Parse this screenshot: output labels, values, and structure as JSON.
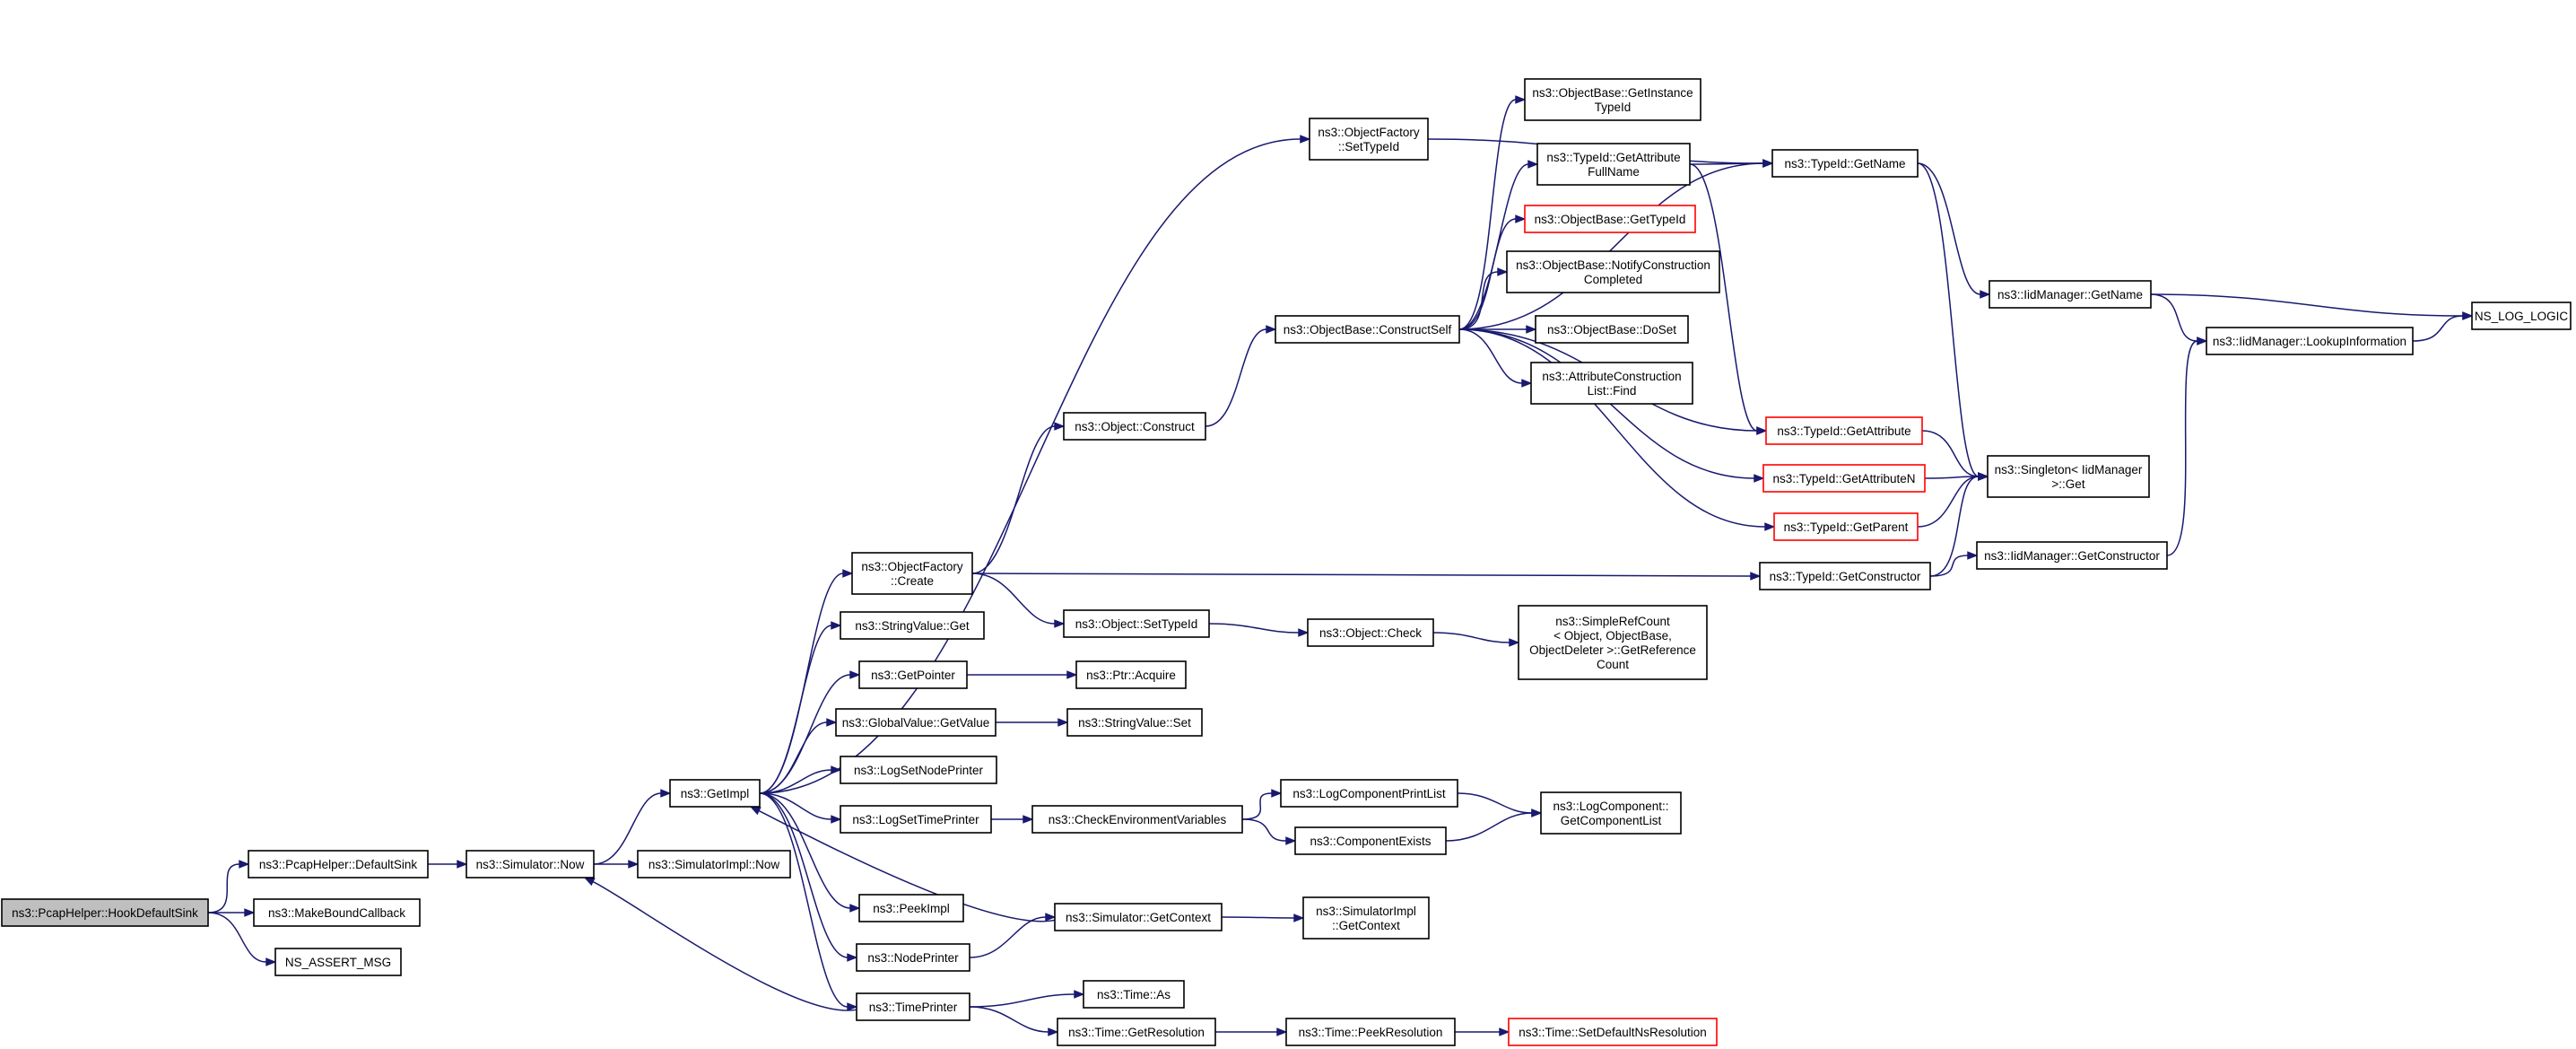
{
  "colors": {
    "edge": "#191970",
    "link_border": "#000000",
    "undocumented_border": "#ff0000",
    "root_fill": "#bfbfbf"
  },
  "nodes": [
    {
      "id": "root",
      "lines": [
        "ns3::PcapHelper::HookDefaultSink"
      ],
      "style": "root"
    },
    {
      "id": "defaultsink",
      "lines": [
        "ns3::PcapHelper::DefaultSink"
      ]
    },
    {
      "id": "makebound",
      "lines": [
        "ns3::MakeBoundCallback"
      ]
    },
    {
      "id": "nsassert",
      "lines": [
        "NS_ASSERT_MSG"
      ]
    },
    {
      "id": "simnow",
      "lines": [
        "ns3::Simulator::Now"
      ]
    },
    {
      "id": "simimplnow",
      "lines": [
        "ns3::SimulatorImpl::Now"
      ]
    },
    {
      "id": "getimpl",
      "lines": [
        "ns3::GetImpl"
      ]
    },
    {
      "id": "ofcreate",
      "lines": [
        "ns3::ObjectFactory",
        "::Create"
      ]
    },
    {
      "id": "stringget",
      "lines": [
        "ns3::StringValue::Get"
      ]
    },
    {
      "id": "getpointer",
      "lines": [
        "ns3::GetPointer"
      ]
    },
    {
      "id": "gvgetvalue",
      "lines": [
        "ns3::GlobalValue::GetValue"
      ]
    },
    {
      "id": "logsetnode",
      "lines": [
        "ns3::LogSetNodePrinter"
      ]
    },
    {
      "id": "logsettime",
      "lines": [
        "ns3::LogSetTimePrinter"
      ]
    },
    {
      "id": "peekimpl",
      "lines": [
        "ns3::PeekImpl"
      ]
    },
    {
      "id": "nodeprinter",
      "lines": [
        "ns3::NodePrinter"
      ]
    },
    {
      "id": "timeprinter",
      "lines": [
        "ns3::TimePrinter"
      ]
    },
    {
      "id": "ofsettypeid",
      "lines": [
        "ns3::ObjectFactory",
        "::SetTypeId"
      ]
    },
    {
      "id": "objconstruct",
      "lines": [
        "ns3::Object::Construct"
      ]
    },
    {
      "id": "objsettypeid",
      "lines": [
        "ns3::Object::SetTypeId"
      ]
    },
    {
      "id": "ptracquire",
      "lines": [
        "ns3::Ptr::Acquire"
      ]
    },
    {
      "id": "stringset",
      "lines": [
        "ns3::StringValue::Set"
      ]
    },
    {
      "id": "checkenv",
      "lines": [
        "ns3::CheckEnvironmentVariables"
      ]
    },
    {
      "id": "simgetcontext",
      "lines": [
        "ns3::Simulator::GetContext"
      ]
    },
    {
      "id": "timeas",
      "lines": [
        "ns3::Time::As"
      ]
    },
    {
      "id": "timegetres",
      "lines": [
        "ns3::Time::GetResolution"
      ]
    },
    {
      "id": "obconstructself",
      "lines": [
        "ns3::ObjectBase::ConstructSelf"
      ]
    },
    {
      "id": "objcheck",
      "lines": [
        "ns3::Object::Check"
      ]
    },
    {
      "id": "logcompprint",
      "lines": [
        "ns3::LogComponentPrintList"
      ]
    },
    {
      "id": "compexists",
      "lines": [
        "ns3::ComponentExists"
      ]
    },
    {
      "id": "simimplgetctx",
      "lines": [
        "ns3::SimulatorImpl",
        "::GetContext"
      ]
    },
    {
      "id": "timepeekres",
      "lines": [
        "ns3::Time::PeekResolution"
      ]
    },
    {
      "id": "obgetinst",
      "lines": [
        "ns3::ObjectBase::GetInstance",
        "TypeId"
      ]
    },
    {
      "id": "tidgetattrfull",
      "lines": [
        "ns3::TypeId::GetAttribute",
        "FullName"
      ]
    },
    {
      "id": "obgettypeid",
      "lines": [
        "ns3::ObjectBase::GetTypeId"
      ],
      "style": "red"
    },
    {
      "id": "obnotify",
      "lines": [
        "ns3::ObjectBase::NotifyConstruction",
        "Completed"
      ]
    },
    {
      "id": "obdoset",
      "lines": [
        "ns3::ObjectBase::DoSet"
      ]
    },
    {
      "id": "attrfind",
      "lines": [
        "ns3::AttributeConstruction",
        "List::Find"
      ]
    },
    {
      "id": "simplerefcount",
      "lines": [
        "ns3::SimpleRefCount",
        "< Object, ObjectBase,",
        "ObjectDeleter >::GetReference",
        "Count"
      ]
    },
    {
      "id": "logcompget",
      "lines": [
        "ns3::LogComponent::",
        "GetComponentList"
      ]
    },
    {
      "id": "timesetdefault",
      "lines": [
        "ns3::Time::SetDefaultNsResolution"
      ],
      "style": "red"
    },
    {
      "id": "tidgetname",
      "lines": [
        "ns3::TypeId::GetName"
      ]
    },
    {
      "id": "tidgetattr",
      "lines": [
        "ns3::TypeId::GetAttribute"
      ],
      "style": "red"
    },
    {
      "id": "tidgetattrn",
      "lines": [
        "ns3::TypeId::GetAttributeN"
      ],
      "style": "red"
    },
    {
      "id": "tidgetparent",
      "lines": [
        "ns3::TypeId::GetParent"
      ],
      "style": "red"
    },
    {
      "id": "tidgetctor",
      "lines": [
        "ns3::TypeId::GetConstructor"
      ]
    },
    {
      "id": "iidgetname",
      "lines": [
        "ns3::IidManager::GetName"
      ]
    },
    {
      "id": "singletonget",
      "lines": [
        "ns3::Singleton< IidManager",
        " >::Get"
      ]
    },
    {
      "id": "iidgetctor",
      "lines": [
        "ns3::IidManager::GetConstructor"
      ]
    },
    {
      "id": "iidlookup",
      "lines": [
        "ns3::IidManager::LookupInformation"
      ]
    },
    {
      "id": "nslog",
      "lines": [
        "NS_LOG_LOGIC"
      ]
    }
  ],
  "edges": [
    [
      "root",
      "defaultsink"
    ],
    [
      "root",
      "makebound"
    ],
    [
      "root",
      "nsassert"
    ],
    [
      "defaultsink",
      "simnow"
    ],
    [
      "simnow",
      "simimplnow"
    ],
    [
      "simnow",
      "getimpl"
    ],
    [
      "getimpl",
      "ofcreate"
    ],
    [
      "getimpl",
      "stringget"
    ],
    [
      "getimpl",
      "getpointer"
    ],
    [
      "getimpl",
      "gvgetvalue"
    ],
    [
      "getimpl",
      "logsetnode"
    ],
    [
      "getimpl",
      "logsettime"
    ],
    [
      "getimpl",
      "peekimpl"
    ],
    [
      "getimpl",
      "nodeprinter"
    ],
    [
      "getimpl",
      "timeprinter"
    ],
    [
      "getimpl",
      "ofsettypeid"
    ],
    [
      "ofcreate",
      "objconstruct"
    ],
    [
      "ofcreate",
      "objsettypeid"
    ],
    [
      "ofcreate",
      "tidgetctor"
    ],
    [
      "getpointer",
      "ptracquire"
    ],
    [
      "gvgetvalue",
      "stringset"
    ],
    [
      "logsettime",
      "checkenv"
    ],
    [
      "nodeprinter",
      "simgetcontext"
    ],
    [
      "simgetcontext",
      "getimpl"
    ],
    [
      "simgetcontext",
      "simimplgetctx"
    ],
    [
      "timeprinter",
      "simnow"
    ],
    [
      "timeprinter",
      "timeas"
    ],
    [
      "timeprinter",
      "timegetres"
    ],
    [
      "timegetres",
      "timepeekres"
    ],
    [
      "timepeekres",
      "timesetdefault"
    ],
    [
      "objconstruct",
      "obconstructself"
    ],
    [
      "objsettypeid",
      "objcheck"
    ],
    [
      "objcheck",
      "simplerefcount"
    ],
    [
      "checkenv",
      "logcompprint"
    ],
    [
      "checkenv",
      "compexists"
    ],
    [
      "logcompprint",
      "logcompget"
    ],
    [
      "compexists",
      "logcompget"
    ],
    [
      "ofsettypeid",
      "tidgetname"
    ],
    [
      "obconstructself",
      "obgetinst"
    ],
    [
      "obconstructself",
      "tidgetattrfull"
    ],
    [
      "obconstructself",
      "obgettypeid"
    ],
    [
      "obconstructself",
      "obnotify"
    ],
    [
      "obconstructself",
      "obdoset"
    ],
    [
      "obconstructself",
      "attrfind"
    ],
    [
      "obconstructself",
      "tidgetattr"
    ],
    [
      "obconstructself",
      "tidgetattrn"
    ],
    [
      "obconstructself",
      "tidgetparent"
    ],
    [
      "obconstructself",
      "tidgetname"
    ],
    [
      "tidgetattrfull",
      "tidgetname"
    ],
    [
      "tidgetattrfull",
      "tidgetattr"
    ],
    [
      "tidgetname",
      "iidgetname"
    ],
    [
      "tidgetname",
      "singletonget"
    ],
    [
      "tidgetattr",
      "singletonget"
    ],
    [
      "tidgetattrn",
      "singletonget"
    ],
    [
      "tidgetparent",
      "singletonget"
    ],
    [
      "tidgetctor",
      "singletonget"
    ],
    [
      "tidgetctor",
      "iidgetctor"
    ],
    [
      "iidgetname",
      "iidlookup"
    ],
    [
      "iidgetname",
      "nslog"
    ],
    [
      "iidgetctor",
      "iidlookup"
    ],
    [
      "iidlookup",
      "nslog"
    ]
  ]
}
